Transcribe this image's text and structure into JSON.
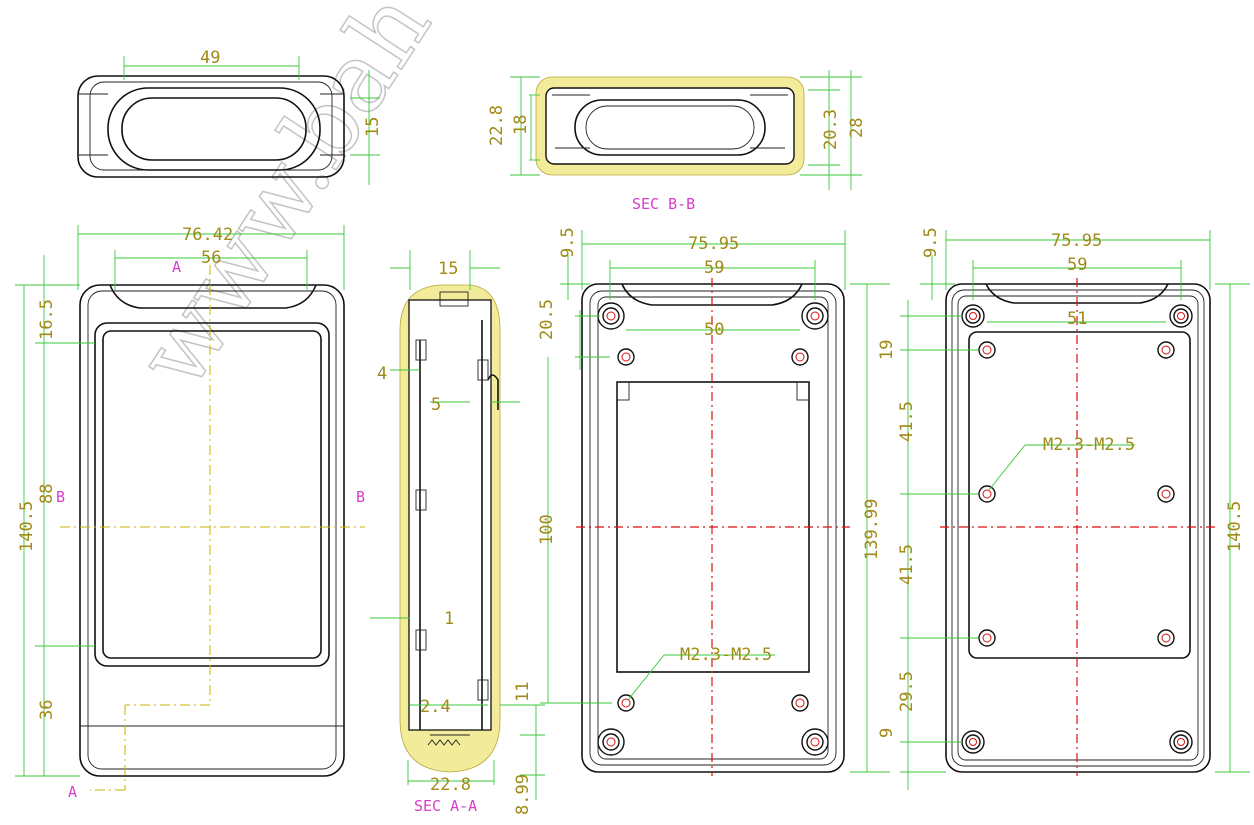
{
  "watermark": "www.bah",
  "labels": {
    "sec_bb": "SEC B-B",
    "sec_aa": "SEC A-A",
    "a_top": "A",
    "a_bottom": "A",
    "b_left": "B",
    "b_right": "B",
    "thread_mid": "M2.3-M2.5",
    "thread_right": "M2.3-M2.5"
  },
  "dimensions": {
    "top_view_width": "49",
    "top_view_height": "15",
    "sec_bb_outer": "22.8",
    "sec_bb_inner": "18",
    "sec_bb_right_inner": "20.3",
    "sec_bb_right_outer": "28",
    "front_width": "76.42",
    "front_window": "56",
    "front_top": "16.5",
    "front_total": "140.5",
    "front_window_height": "88",
    "front_bottom": "36",
    "side_width": "15",
    "side_wall": "4",
    "side_gap": "5",
    "side_rim": "1",
    "side_small": "2.4",
    "side_foot": "11",
    "side_bottom_width": "22.8",
    "side_bottom_height": "8.99",
    "mid_top_offset": "9.5",
    "mid_width": "75.95",
    "mid_inner": "59",
    "mid_hole_span": "50",
    "mid_first_row": "20.5",
    "mid_height_inner": "100",
    "mid_height": "139.99",
    "right_top_offset": "9.5",
    "right_width": "75.95",
    "right_inner": "59",
    "right_hole_span": "51",
    "right_first": "19",
    "right_upper": "41.5",
    "right_lower": "41.5",
    "right_bottom_row": "29.5",
    "right_bottom": "9",
    "right_height": "140.5"
  }
}
